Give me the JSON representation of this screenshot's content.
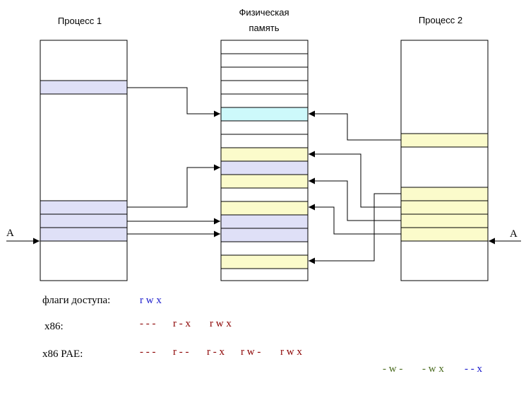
{
  "labels": {
    "process1": "Процесс 1",
    "physical_line1": "Физическая",
    "physical_line2": "память",
    "process2": "Процесс 2",
    "address_left": "A",
    "address_right": "A"
  },
  "flags": {
    "access_label": "флаги доступа:",
    "access_value": "r w x",
    "x86_label": "x86:",
    "x86_values": [
      "- - -",
      "r - x",
      "r w x"
    ],
    "pae_label": "x86 PAE:",
    "pae_values": [
      "- - -",
      "r - -",
      "r - x",
      "r w -",
      "r w x"
    ],
    "extra_values": [
      "- w -",
      "- w x",
      "- - x"
    ]
  },
  "colors": {
    "process1_page": "#dfe0f7",
    "process2_page": "#fbfbcb",
    "shared_page": "#cdf9fb",
    "red_flags": "#8b0000",
    "green_flags": "#4a6b1f",
    "blue_flags": "#1a1acc"
  }
}
